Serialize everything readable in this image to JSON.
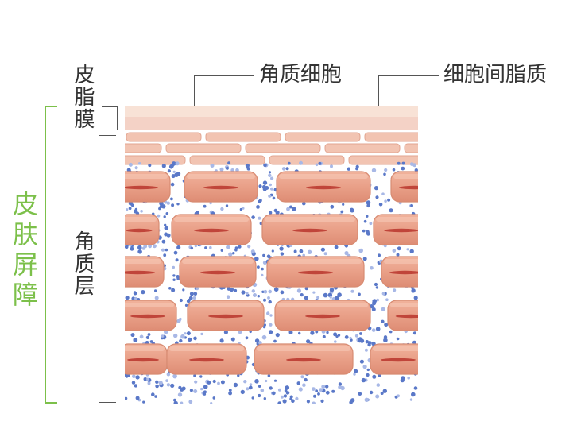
{
  "labels": {
    "sebum": "皮脂膜",
    "corneocyte": "角质细胞",
    "intercellular_lipid": "细胞间脂质",
    "stratum_corneum": "角质层",
    "skin_barrier": "皮肤屏障"
  },
  "colors": {
    "green_accent": "#7cc04a",
    "cell_fill": "#e89a80",
    "lipid_dot": "#5a78c8",
    "sebum_layer": "#f7d9cf"
  }
}
